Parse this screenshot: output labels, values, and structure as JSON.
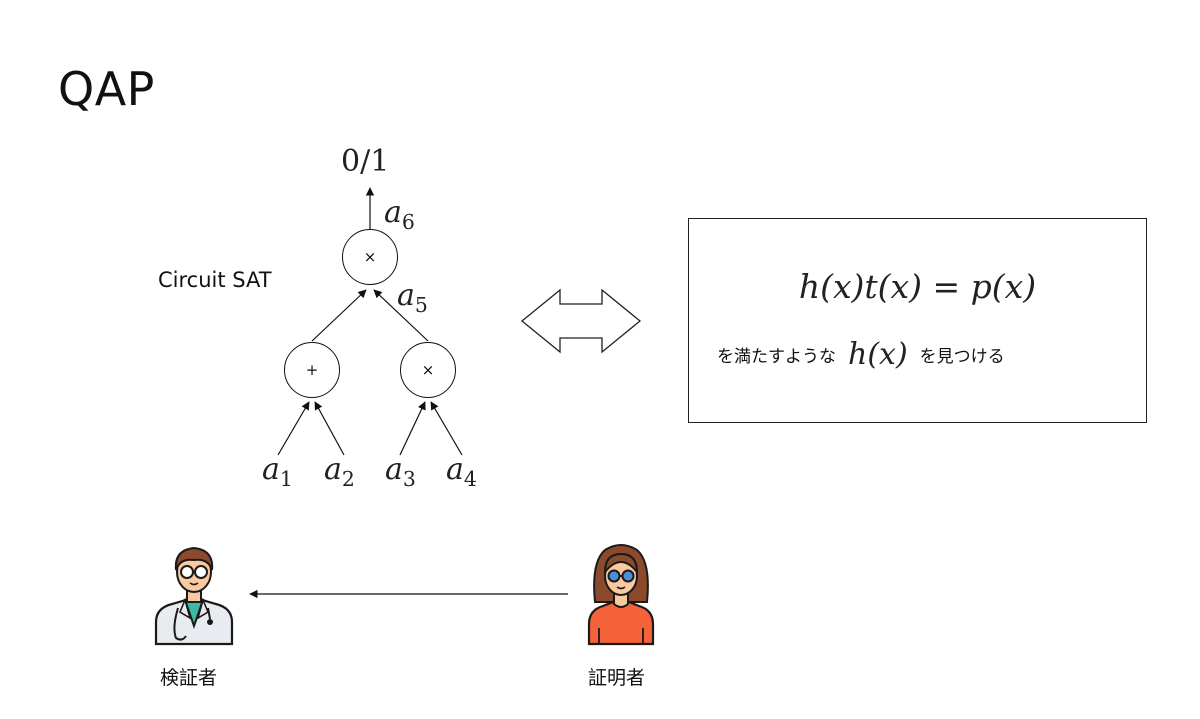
{
  "title": "QAP",
  "circuit": {
    "label": "Circuit SAT",
    "output": "0/1",
    "gates": {
      "top": "×",
      "left": "+",
      "right": "×"
    },
    "wires": {
      "a6": {
        "base": "a",
        "sub": "6"
      },
      "a5": {
        "base": "a",
        "sub": "5"
      },
      "a1": {
        "base": "a",
        "sub": "1"
      },
      "a2": {
        "base": "a",
        "sub": "2"
      },
      "a3": {
        "base": "a",
        "sub": "3"
      },
      "a4": {
        "base": "a",
        "sub": "4"
      }
    }
  },
  "equivalence_icon": "double-headed-arrow",
  "qap_box": {
    "equation": "h(x)t(x) = p(x)",
    "pre_text": "を満たすような",
    "variable": "h(x)",
    "post_text": "を見つける"
  },
  "people": {
    "verifier": {
      "label": "検証者",
      "icon": "doctor-icon"
    },
    "prover": {
      "label": "証明者",
      "icon": "woman-icon"
    }
  },
  "colors": {
    "skin": "#F9C9A0",
    "hair_brown": "#8B4A2B",
    "prover_shirt": "#F4623A",
    "glasses_lens": "#4A90D9",
    "doctor_coat": "#E8ECF1",
    "doctor_scrub": "#3FB8A8",
    "outline": "#1a1a1a"
  }
}
